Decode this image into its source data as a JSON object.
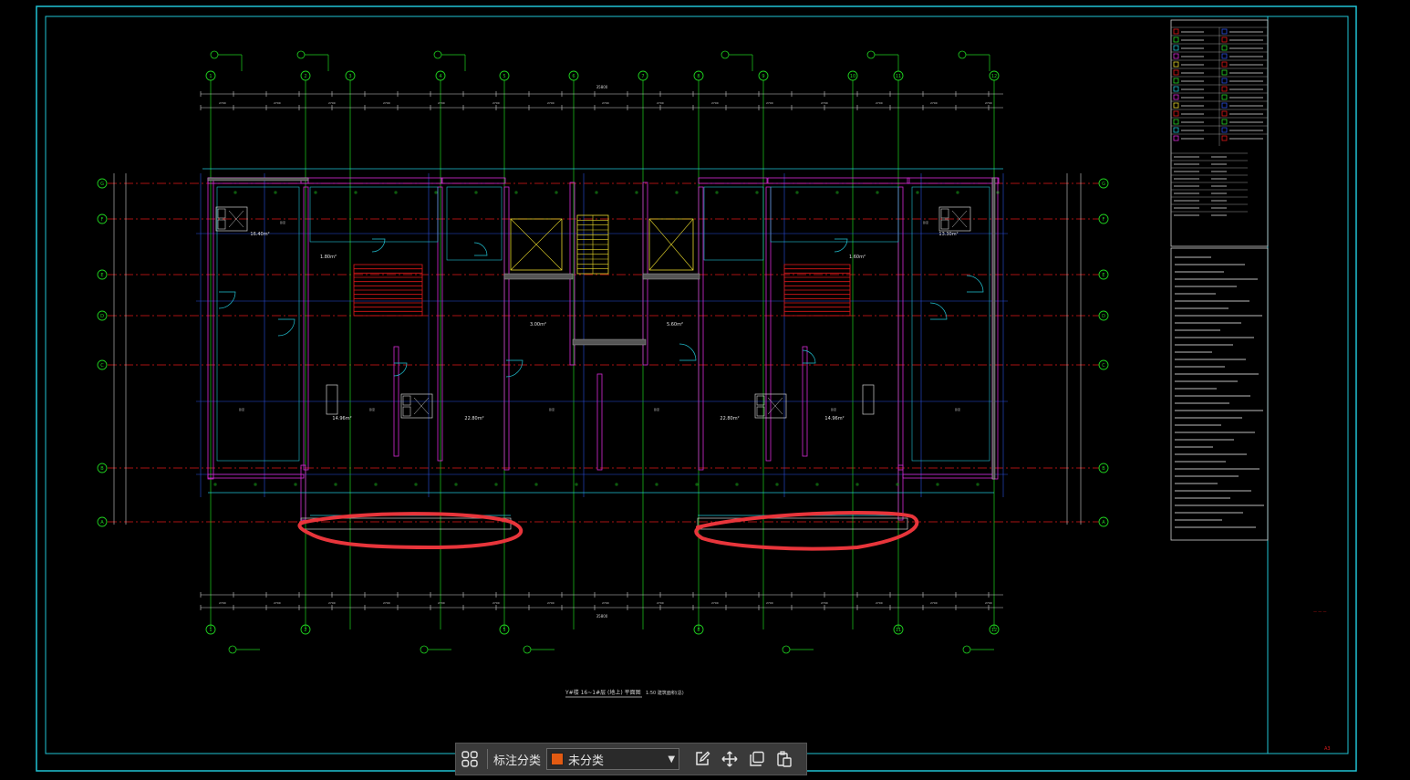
{
  "drawing": {
    "title": "Y#楼 16~1#层 (地上) 平面图",
    "scale_note": "1:50 建筑面积(总)",
    "grid_top": [
      "1",
      "2",
      "3",
      "4",
      "5",
      "6",
      "7",
      "8",
      "9",
      "10",
      "11",
      "12"
    ],
    "grid_bottom": [
      "1",
      "2",
      "5",
      "8",
      "11",
      "12"
    ],
    "grid_side": [
      "G",
      "F",
      "E",
      "D",
      "C",
      "B",
      "A"
    ],
    "room_areas": [
      "16.40m²",
      "1.80m²",
      "3.00m²",
      "5.60m²",
      "1.60m²",
      "13.30m²",
      "14.96m²",
      "22.80m²",
      "22.80m²",
      "14.96m²"
    ],
    "overall_dims": [
      "35800",
      "35800"
    ],
    "colors": {
      "frame": "#21c3d4",
      "wall": "#d62bd6",
      "grid": "#1fd11f",
      "axis": "#e01818",
      "stair": "#e5d52b",
      "markup": "#e8353b",
      "dim": "#cfcfcf"
    }
  },
  "toolbar": {
    "grid_icon": "grid-icon",
    "label": "标注分类",
    "category": "未分类",
    "category_color": "#e25a12",
    "actions": [
      "edit-icon",
      "move-icon",
      "copy-icon",
      "paste-icon"
    ]
  }
}
